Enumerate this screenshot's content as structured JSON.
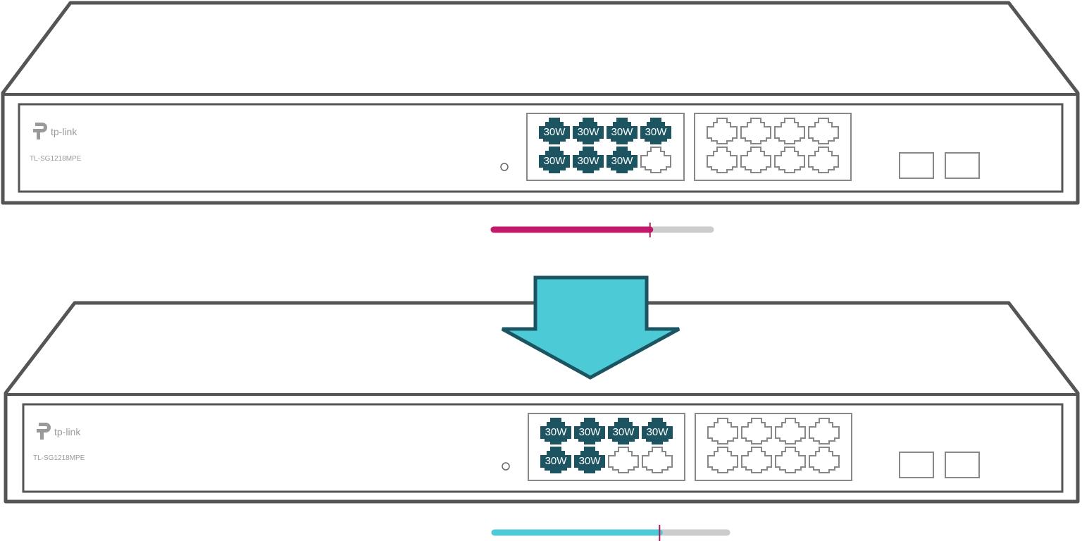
{
  "switches": [
    {
      "brand": "tp-link",
      "model": "TL-SG1218MPE",
      "poe_ports": [
        {
          "label": "30W",
          "active": true
        },
        {
          "label": "30W",
          "active": true
        },
        {
          "label": "30W",
          "active": true
        },
        {
          "label": "30W",
          "active": true
        },
        {
          "label": "30W",
          "active": true
        },
        {
          "label": "30W",
          "active": true
        },
        {
          "label": "30W",
          "active": true
        },
        {
          "label": "",
          "active": false
        }
      ],
      "power_bar": {
        "level": 0.72,
        "color": "#c2196b"
      }
    },
    {
      "brand": "tp-link",
      "model": "TL-SG1218MPE",
      "poe_ports": [
        {
          "label": "30W",
          "active": true
        },
        {
          "label": "30W",
          "active": true
        },
        {
          "label": "30W",
          "active": true
        },
        {
          "label": "30W",
          "active": true
        },
        {
          "label": "30W",
          "active": true
        },
        {
          "label": "30W",
          "active": true
        },
        {
          "label": "",
          "active": false
        },
        {
          "label": "",
          "active": false
        }
      ],
      "power_bar": {
        "level": 0.71,
        "color": "#4ccbd6"
      }
    }
  ],
  "colors": {
    "outline": "#555555",
    "port_outline": "#888888",
    "active_port": "#1c5561",
    "arrow_fill": "#4ccbd6",
    "arrow_stroke": "#1c5561",
    "bar_track": "#cccccc",
    "marker": "#b0185f"
  },
  "icons": [
    "tp-link-logo-icon",
    "ethernet-port-icon",
    "sfp-slot-icon",
    "down-arrow-icon",
    "led-indicator-icon"
  ]
}
